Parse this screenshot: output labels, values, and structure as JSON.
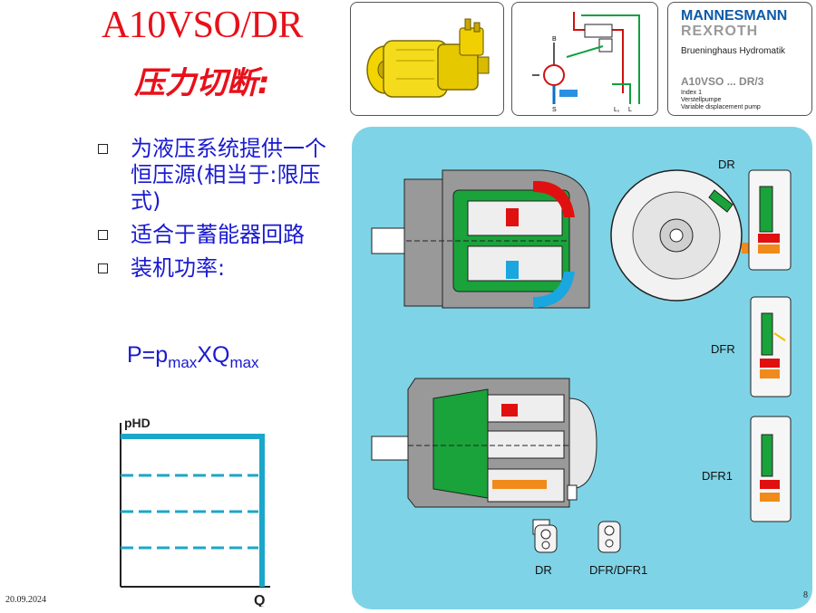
{
  "slide": {
    "title": "A10VSO/DR",
    "subtitle": "压力切断:",
    "date": "20.09.2024",
    "page_number": "8"
  },
  "bullets": [
    {
      "text": "为液压系统提供一个恒压源(相当于:限压式)"
    },
    {
      "text": "适合于蓄能器回路"
    },
    {
      "text": "装机功率:"
    }
  ],
  "formula": {
    "p": "P=p",
    "sub1": "max",
    "x": "XQ",
    "sub2": "max"
  },
  "graph": {
    "y_label": "pHD",
    "x_label": "Q"
  },
  "thumb_brand": {
    "line1": "MANNESMANN",
    "line2": "REXROTH",
    "line3": "Brueninghaus Hydromatik",
    "line4": "A10VSO ... DR/3",
    "line5": "Index 1",
    "line6": "Verstellpumpe",
    "line7": "Variable displacement pump"
  },
  "schematic_labels": {
    "b": "B",
    "s": "S",
    "l": "L",
    "l1": "L₁"
  },
  "panel_labels": {
    "dr_top": "DR",
    "dfr": "DFR",
    "dfr1": "DFR1",
    "dr_bottom": "DR",
    "dfr_dfr1": "DFR/DFR1"
  },
  "colors": {
    "title": "#e8101a",
    "bullet_text": "#1a1ad0",
    "panel_bg": "#7fd3e6",
    "line_cyan": "#1aa7c9",
    "brand_blue": "#0d5aa7"
  }
}
